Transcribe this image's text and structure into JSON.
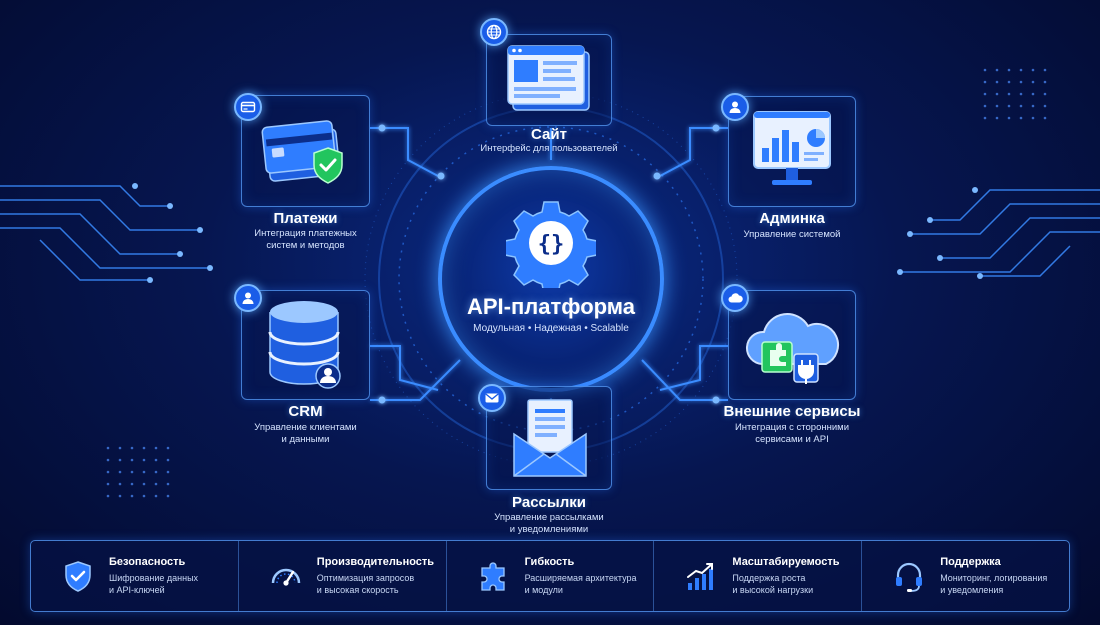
{
  "core": {
    "title": "API-платформа",
    "subtitle": "Модульная • Надежная • Scalable",
    "icon": "code-braces-gear-icon"
  },
  "modules": {
    "site": {
      "title": "Сайт",
      "desc": "Интерфейс для пользователей",
      "badge_icon": "globe-icon"
    },
    "payments": {
      "title": "Платежи",
      "desc_1": "Интеграция платежных",
      "desc_2": "систем и методов",
      "badge_icon": "credit-card-icon"
    },
    "admin": {
      "title": "Админка",
      "desc": "Управление системой",
      "badge_icon": "user-icon"
    },
    "crm": {
      "title": "CRM",
      "desc_1": "Управление клиентами",
      "desc_2": "и данными",
      "badge_icon": "user-icon"
    },
    "external": {
      "title": "Внешние сервисы",
      "desc_1": "Интеграция с сторонними",
      "desc_2": "сервисами и API",
      "badge_icon": "cloud-icon"
    },
    "mailing": {
      "title": "Рассылки",
      "desc_1": "Управление рассылками",
      "desc_2": "и уведомлениями",
      "badge_icon": "envelope-icon"
    }
  },
  "features": [
    {
      "title": "Безопасность",
      "desc_1": "Шифрование данных",
      "desc_2": "и API-ключей",
      "icon": "shield-check-icon"
    },
    {
      "title": "Производительность",
      "desc_1": "Оптимизация запросов",
      "desc_2": "и высокая скорость",
      "icon": "speedometer-icon"
    },
    {
      "title": "Гибкость",
      "desc_1": "Расширяемая архитектура",
      "desc_2": "и модули",
      "icon": "puzzle-icon"
    },
    {
      "title": "Масштабируемость",
      "desc_1": "Поддержка роста",
      "desc_2": "и высокой нагрузки",
      "icon": "growth-chart-icon"
    },
    {
      "title": "Поддержка",
      "desc_1": "Мониторинг, логирования",
      "desc_2": "и уведомления",
      "icon": "headset-icon"
    }
  ],
  "colors": {
    "background": "#061650",
    "accent": "#3a8cff",
    "badge": "#1a5de8",
    "check_green": "#22c55e"
  }
}
